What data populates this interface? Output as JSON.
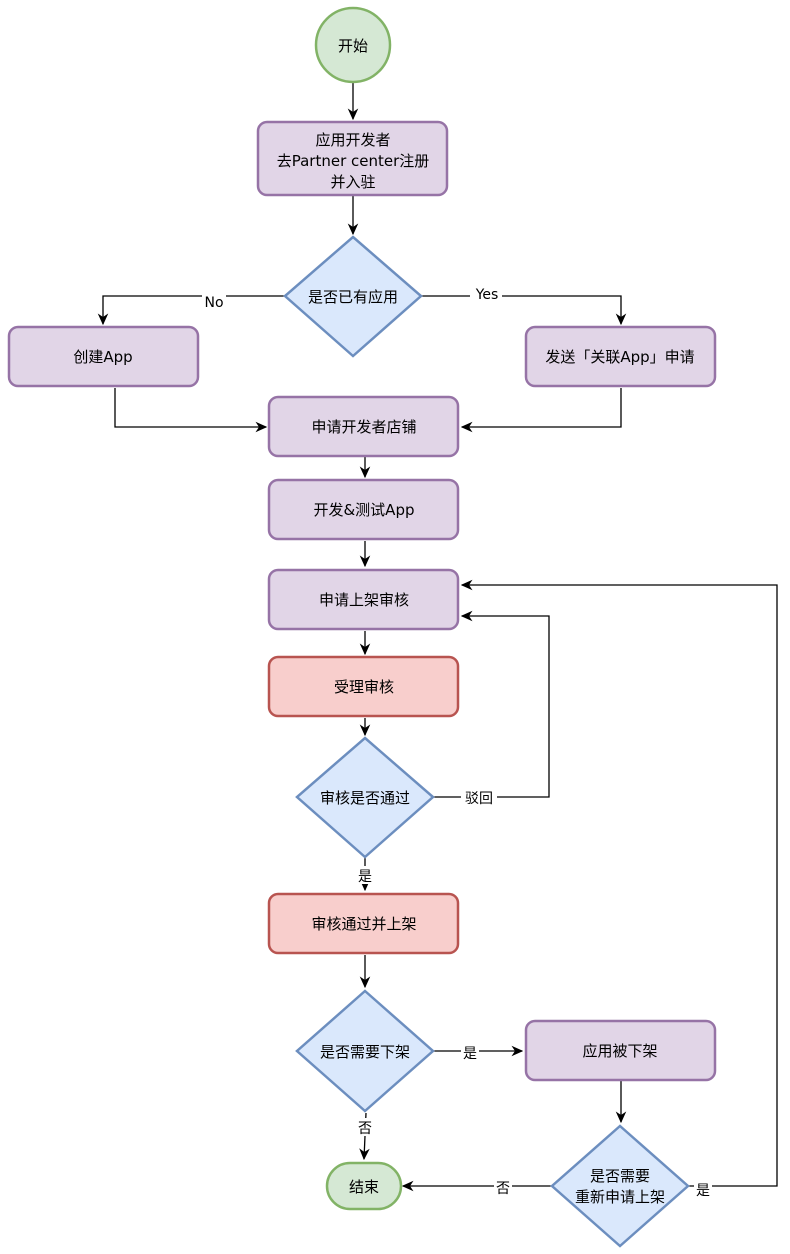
{
  "nodes": {
    "start": "开始",
    "register_line1": "应用开发者",
    "register_line2": "去Partner center注册",
    "register_line3": "并入驻",
    "has_app": "是否已有应用",
    "create_app": "创建App",
    "send_link": "发送「关联App」申请",
    "apply_store": "申请开发者店铺",
    "dev_test": "开发&测试App",
    "apply_review": "申请上架审核",
    "accept_review": "受理审核",
    "review_passed": "审核是否通过",
    "passed_listed": "审核通过并上架",
    "need_delist": "是否需要下架",
    "delisted": "应用被下架",
    "reapply_line1": "是否需要",
    "reapply_line2": "重新申请上架",
    "end": "结束"
  },
  "edge_labels": {
    "no": "No",
    "yes": "Yes",
    "rejected": "驳回",
    "pass_yes": "是",
    "delist_yes": "是",
    "delist_no": "否",
    "reapply_no": "否",
    "reapply_yes": "是"
  }
}
